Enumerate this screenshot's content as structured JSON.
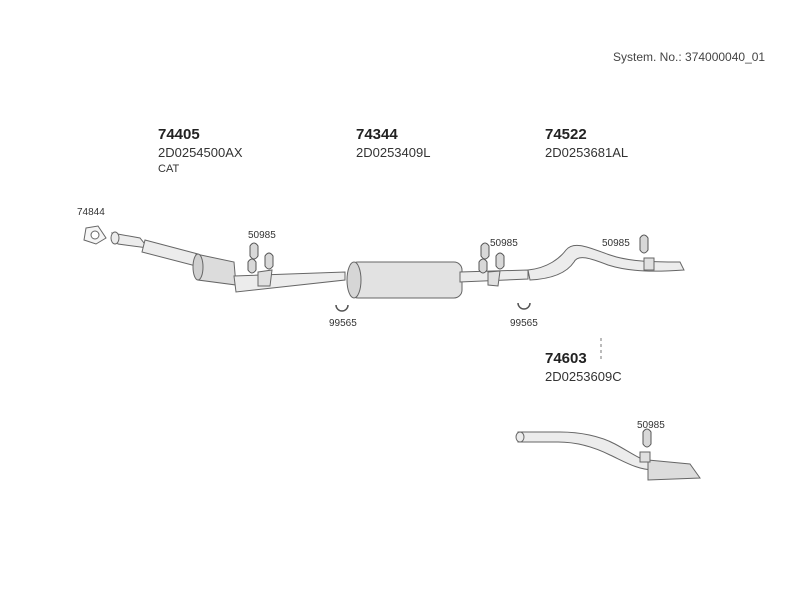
{
  "system_number": "System. No.: 374000040_01",
  "parts": [
    {
      "number": "74405",
      "code": "2D0254500AX",
      "note": "CAT"
    },
    {
      "number": "74344",
      "code": "2D0253409L"
    },
    {
      "number": "74522",
      "code": "2D0253681AL"
    },
    {
      "number": "74603",
      "code": "2D0253609C"
    }
  ],
  "small_labels": {
    "gasket": "74844",
    "hanger_1": "50985",
    "hanger_2": "50985",
    "hanger_3": "50985",
    "hanger_4": "50985",
    "clamp_1": "99565",
    "clamp_2": "99565"
  }
}
